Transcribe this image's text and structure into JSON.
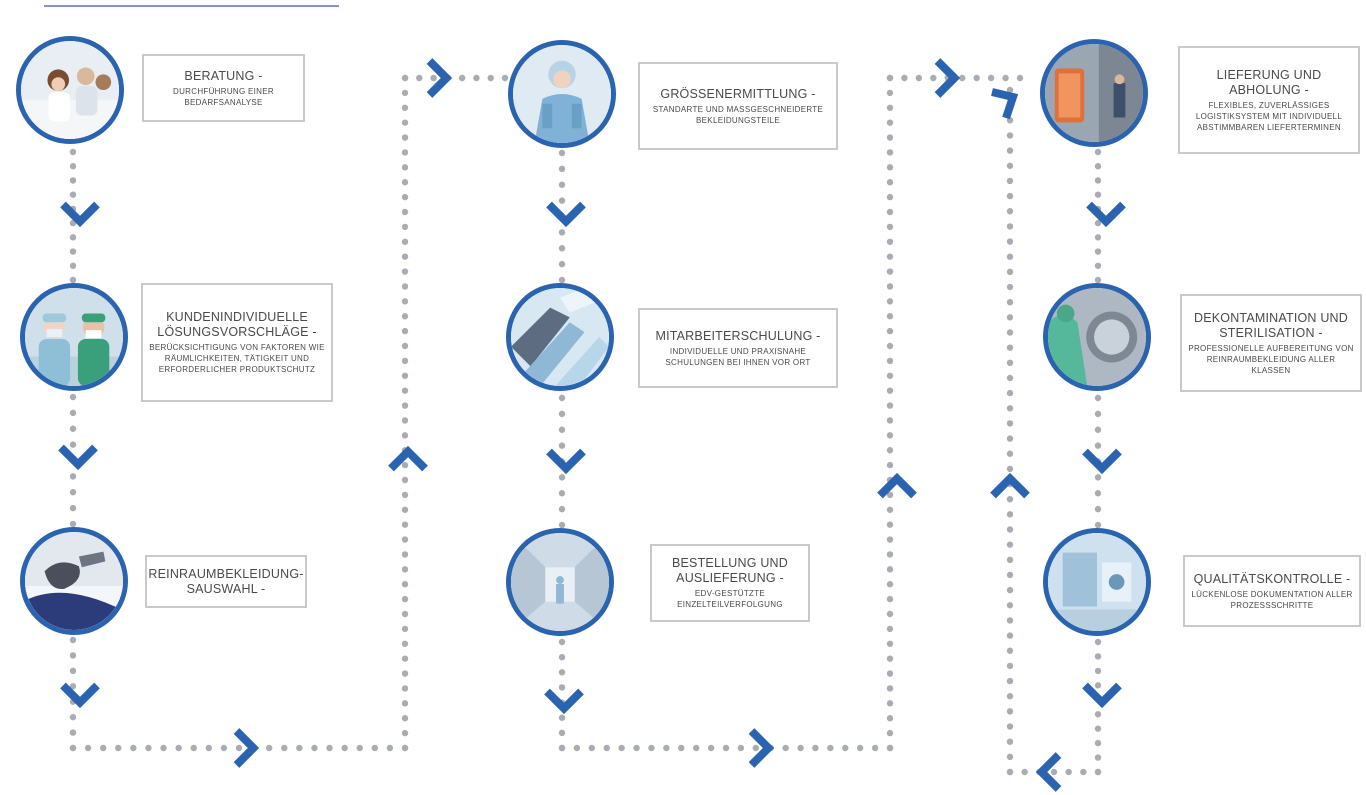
{
  "colors": {
    "accent": "#2a63b0",
    "dots": "#a9acb2",
    "box_border": "#c9c9c9",
    "text": "#4a4a4a"
  },
  "steps": [
    {
      "id": "beratung",
      "title": "BERATUNG -",
      "desc": "Durchführung einer Bedarfsanalyse",
      "photo": "consultation-photo"
    },
    {
      "id": "kunden",
      "title": "KUNDENINDIVIDUELLE LÖSUNGSVORSCHLÄGE -",
      "desc": "Berücksichtigung von Faktoren wie Räumlichkeiten, Tätigkeit und erforderlicher Produktschutz",
      "photo": "surgeons-photo"
    },
    {
      "id": "auswahl",
      "title": "REINRAUMBEKLEIDUNG-SAUSWAHL -",
      "desc": "",
      "photo": "gloved-hand-photo"
    },
    {
      "id": "groesse",
      "title": "GRÖSSENERMITTLUNG -",
      "desc": "Standarte und Massgeschneiderte Bekleidungsteile",
      "photo": "cleanroom-suit-photo"
    },
    {
      "id": "schulung",
      "title": "MITARBEITERSCHULUNG -",
      "desc": "Individuelle und praxisnahe Schulungen bei Ihnen vor Ort",
      "photo": "garments-photo"
    },
    {
      "id": "bestellung",
      "title": "BESTELLUNG UND AUSLIEFERUNG -",
      "desc": "EDV-gestützte Einzelteilverfolgung",
      "photo": "corridor-photo"
    },
    {
      "id": "lieferung",
      "title": "LIEFERUNG UND ABHOLUNG -",
      "desc": "Flexibles, zuverlässiges Logistiksystem mit individuell abstimmbaren Lieferterminen",
      "photo": "delivery-truck-photo"
    },
    {
      "id": "dekon",
      "title": "DEKONTAMINATION UND STERILISATION -",
      "desc": "Professionelle Aufbereitung von Reinraumbekleidung aller Klassen",
      "photo": "washing-machine-photo"
    },
    {
      "id": "qualitaet",
      "title": "QUALITÄTSKONTROLLE -",
      "desc": "Lückenlose Dokumentation aller Prozessschritte",
      "photo": "inspection-photo"
    }
  ]
}
